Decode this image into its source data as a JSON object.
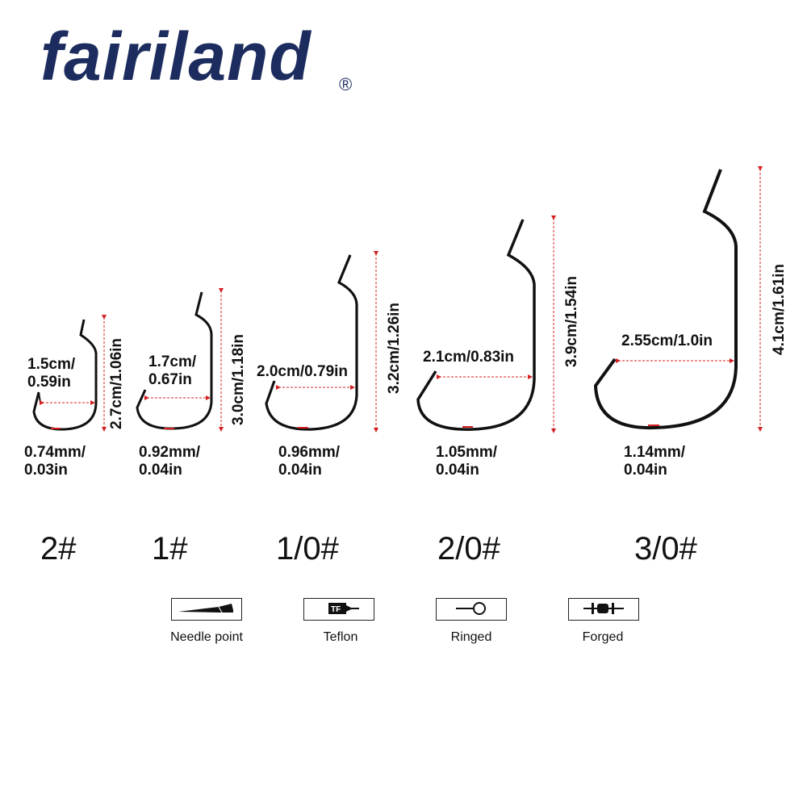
{
  "brand": {
    "name": "fairiland",
    "registered_mark": "®"
  },
  "hooks": [
    {
      "size": "2#",
      "gap_line1": "1.5cm/",
      "gap_line2": "0.59in",
      "length": "2.7cm/1.06in",
      "wire_line1": "0.74mm/",
      "wire_line2": "0.03in"
    },
    {
      "size": "1#",
      "gap_line1": "1.7cm/",
      "gap_line2": "0.67in",
      "length": "3.0cm/1.18in",
      "wire_line1": "0.92mm/",
      "wire_line2": "0.04in"
    },
    {
      "size": "1/0#",
      "gap_line1": "2.0cm/0.79in",
      "gap_line2": "",
      "length": "3.2cm/1.26in",
      "wire_line1": "0.96mm/",
      "wire_line2": "0.04in"
    },
    {
      "size": "2/0#",
      "gap_line1": "2.1cm/0.83in",
      "gap_line2": "",
      "length": "3.9cm/1.54in",
      "wire_line1": "1.05mm/",
      "wire_line2": "0.04in"
    },
    {
      "size": "3/0#",
      "gap_line1": "2.55cm/1.0in",
      "gap_line2": "",
      "length": "4.1cm/1.61in",
      "wire_line1": "1.14mm/",
      "wire_line2": "0.04in"
    }
  ],
  "features": [
    {
      "label": "Needle point",
      "icon": "needle-point-icon"
    },
    {
      "label": "Teflon",
      "icon": "teflon-icon",
      "icon_text": "TF"
    },
    {
      "label": "Ringed",
      "icon": "ringed-eye-icon"
    },
    {
      "label": "Forged",
      "icon": "forged-shank-icon"
    }
  ],
  "colors": {
    "brand": "#1c2c5e",
    "hook": "#111111",
    "measure": "#d42020"
  }
}
